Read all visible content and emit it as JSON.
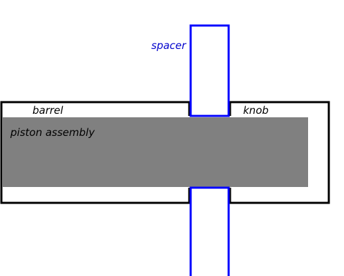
{
  "labels": {
    "spacer": "spacer",
    "barrel": "barrel",
    "knob": "knob",
    "piston": "piston assembly"
  },
  "colors": {
    "background": "#ffffff",
    "outline": "#000000",
    "spacer": "#0000ff",
    "spacer_label": "#0000cc",
    "piston": "#808080",
    "text": "#000000"
  }
}
